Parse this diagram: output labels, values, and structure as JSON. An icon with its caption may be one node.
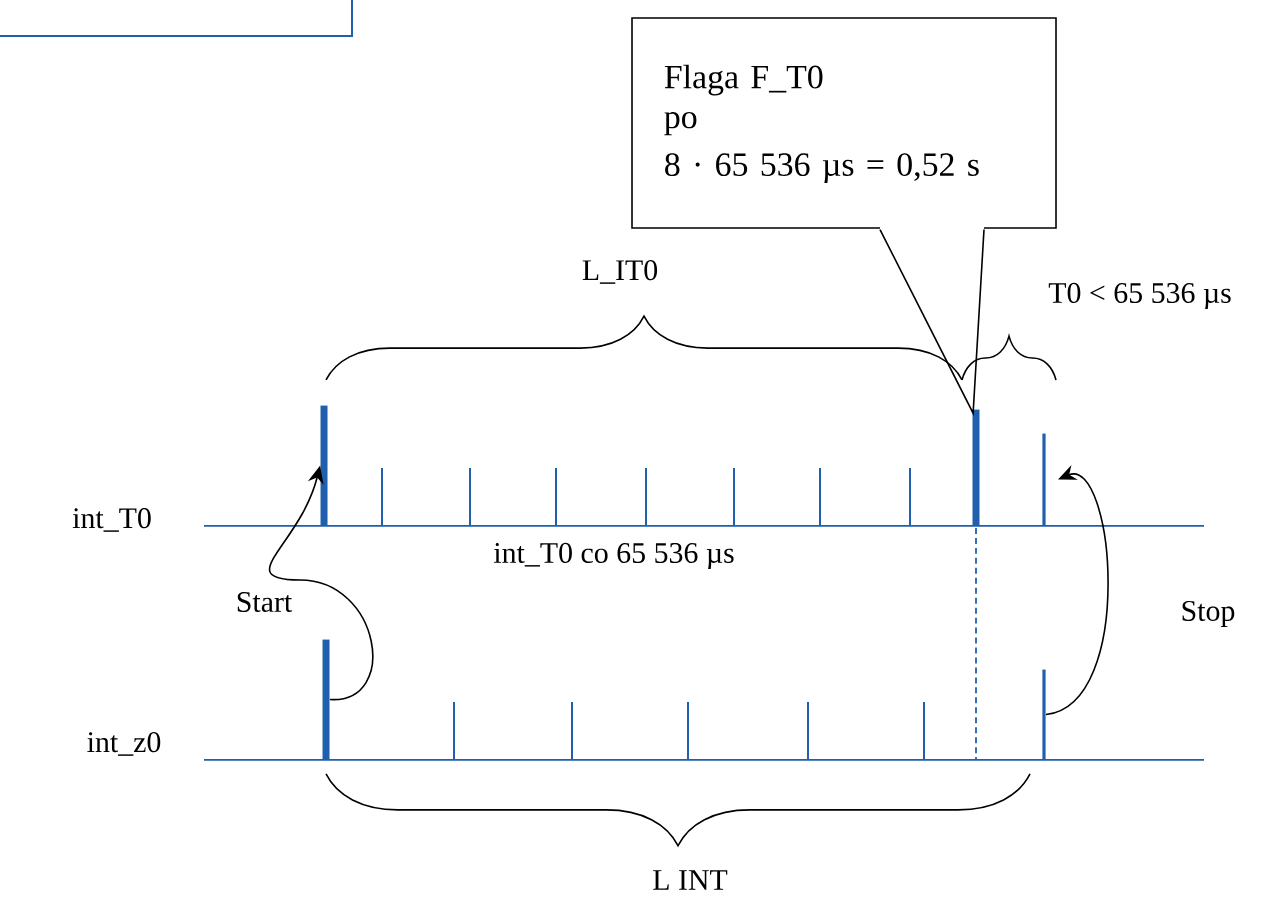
{
  "diagram": {
    "nodes": [
      {
        "text": [
          "Flaga F_T0 po",
          "8 · 65 536 µs = 0,52 s"
        ]
      },
      {
        "text": [],
        "shape": "bar"
      },
      {
        "text": [],
        "shape": "bar"
      },
      {
        "text": [],
        "shape": "bar"
      },
      {
        "text": [],
        "shape": "bar"
      },
      {
        "text": [],
        "shape": "bar"
      }
    ],
    "edges": [
      {
        "from": 0,
        "to": 2,
        "arrow": "none"
      },
      {
        "from": 4,
        "to": 1,
        "arrow": "to",
        "label": "Start"
      },
      {
        "from": 5,
        "to": 3,
        "arrow": "to",
        "label": "Stop"
      }
    ],
    "labels": [
      "L_IT0",
      "T0 < 65 536 µs",
      "int_T0",
      "int_T0 co 65 536 µs",
      "int_z0",
      "L INT"
    ]
  }
}
